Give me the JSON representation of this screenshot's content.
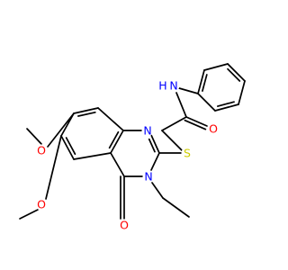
{
  "molecule": {
    "atoms": {
      "N_amide": {
        "text": "N",
        "color": "#0000ff"
      },
      "H_amide": {
        "text": "H",
        "color": "#0000ff"
      },
      "O_amide": {
        "text": "O",
        "color": "#ff0000"
      },
      "S": {
        "text": "S",
        "color": "#cccc00"
      },
      "N1": {
        "text": "N",
        "color": "#0000ff"
      },
      "N3": {
        "text": "N",
        "color": "#0000ff"
      },
      "O_oxo": {
        "text": "O",
        "color": "#ff0000"
      },
      "O_7": {
        "text": "O",
        "color": "#ff0000"
      },
      "O_6": {
        "text": "O",
        "color": "#ff0000"
      }
    },
    "colors": {
      "bond": "#000000",
      "background": "#ffffff"
    }
  }
}
